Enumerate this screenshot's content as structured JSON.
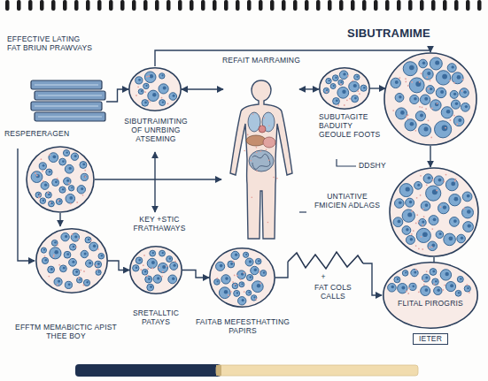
{
  "diagram": {
    "title": "SIBUTRAMIME",
    "nodes": [
      {
        "text": [
          "EFFECTIVE LATING FAT BRIUN PRAWVAYS",
          "RESPERERAGEN"
        ]
      },
      {
        "text": [
          "SIBUTRAIMITING OF UNRBING ATSEMING"
        ]
      },
      {
        "text": [
          "REFAIT MARRAMING"
        ]
      },
      {
        "text": [
          "SUBUTAGITE BADUITY GEOULE FOOTS"
        ]
      },
      {
        "text": [
          "EFFTM MEMABICTIC APIST THEE BOY"
        ]
      },
      {
        "text": [
          "SRETALLTIC PATAYS"
        ]
      },
      {
        "text": [
          "FAITAB MEFESTHATTING PAPIRS"
        ]
      },
      {
        "text": [
          "FLITAL PIROGRIS"
        ]
      },
      {
        "text": [
          "IETER"
        ]
      }
    ],
    "edges": [
      {
        "from": 0,
        "to": 1,
        "arrow": "to"
      },
      {
        "from": 1,
        "to": 2,
        "arrow": "both"
      },
      {
        "from": 2,
        "to": 3,
        "arrow": "both"
      },
      {
        "from": 4,
        "to": 5,
        "arrow": "to"
      },
      {
        "from": 5,
        "to": 6,
        "arrow": "to"
      }
    ],
    "labels": [
      "KEY +STIC FRATHAWAYS",
      "DDSHY",
      "UNTIATIVE FMICIEN ADLAGS",
      "+",
      "FAT COLS CALLS"
    ]
  }
}
